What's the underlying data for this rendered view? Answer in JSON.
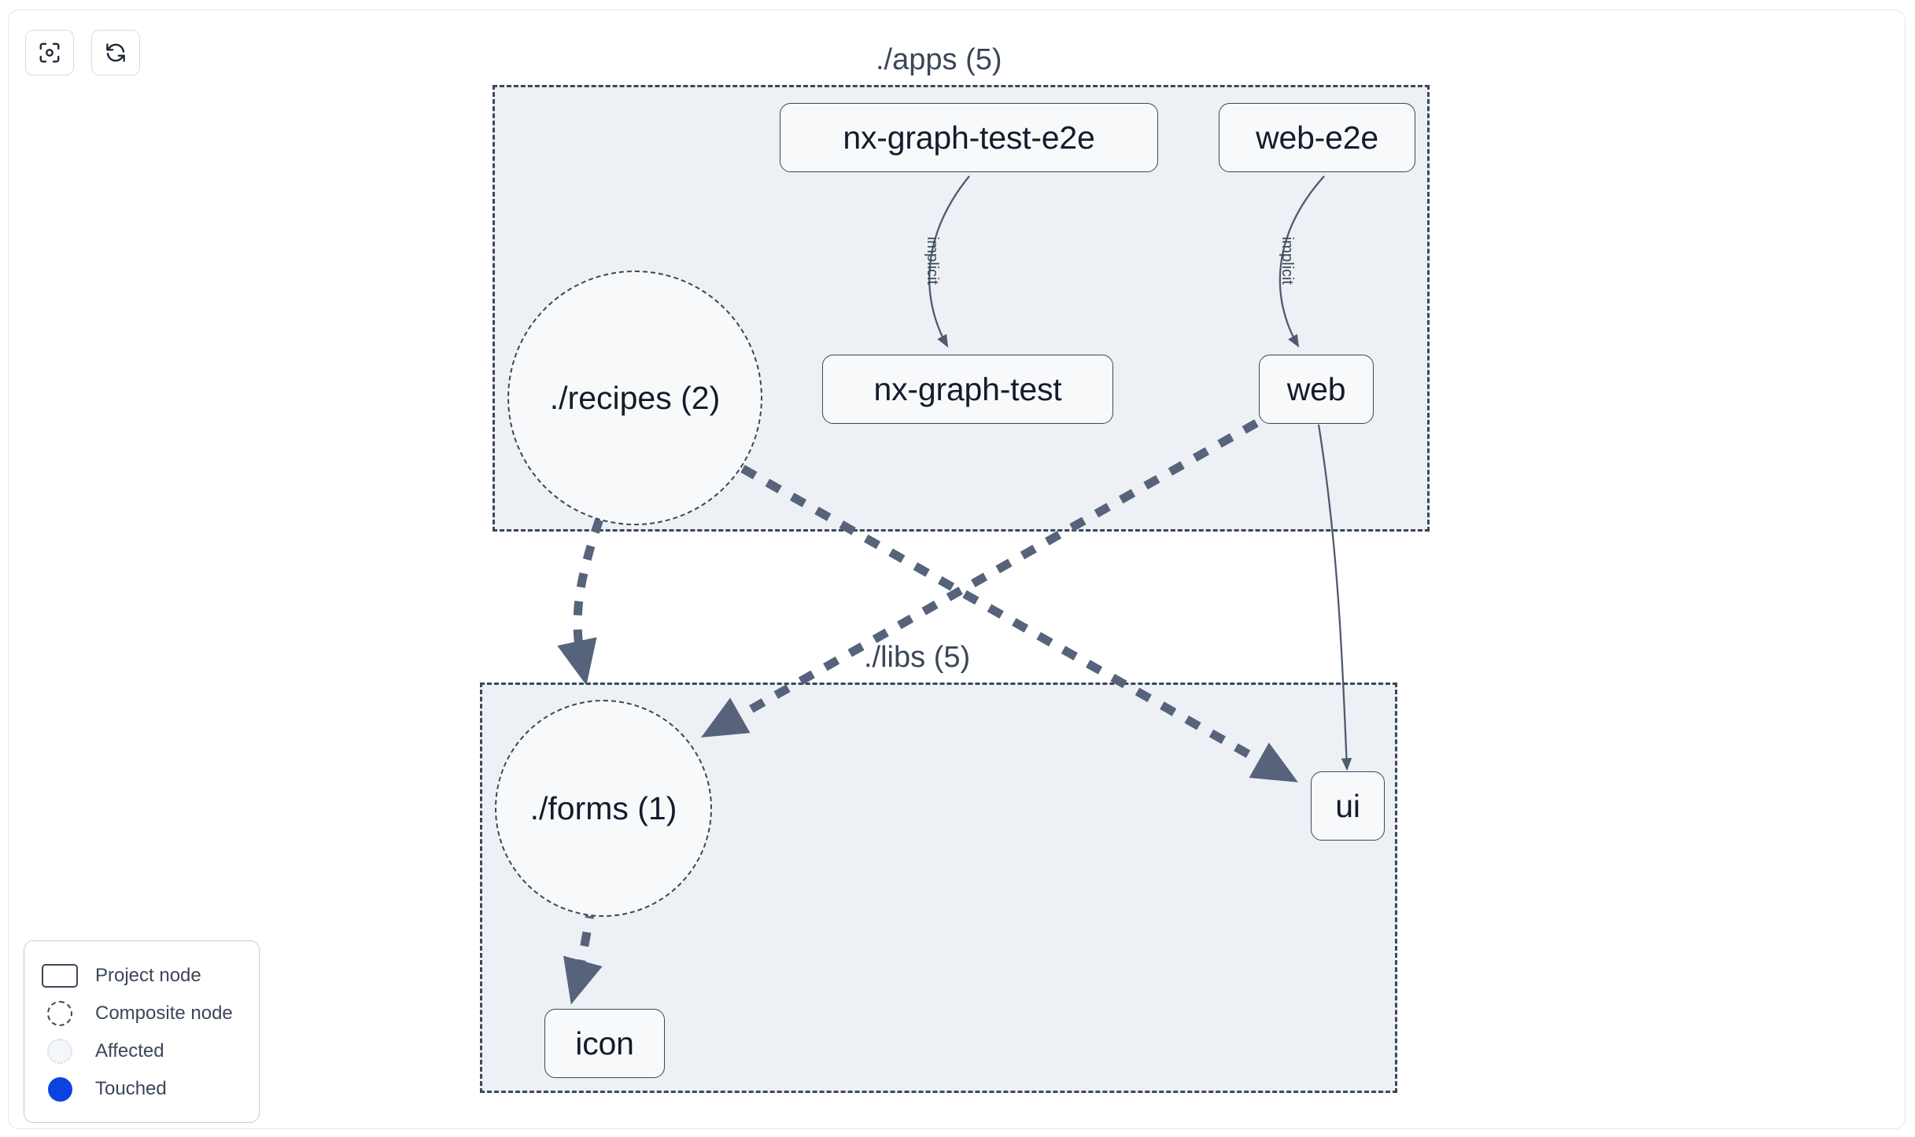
{
  "toolbar": {
    "buttons": [
      {
        "name": "focus-graph-button",
        "icon": "focus-target-icon",
        "label": ""
      },
      {
        "name": "refresh-graph-button",
        "icon": "refresh-icon",
        "label": ""
      }
    ]
  },
  "graph": {
    "groups": [
      {
        "id": "apps",
        "label": "./apps (5)"
      },
      {
        "id": "libs",
        "label": "./libs (5)"
      }
    ],
    "nodes": [
      {
        "id": "nx-graph-test-e2e",
        "label": "nx-graph-test-e2e",
        "type": "project",
        "group": "apps"
      },
      {
        "id": "web-e2e",
        "label": "web-e2e",
        "type": "project",
        "group": "apps"
      },
      {
        "id": "recipes",
        "label": "./recipes (2)",
        "type": "composite",
        "group": "apps"
      },
      {
        "id": "nx-graph-test",
        "label": "nx-graph-test",
        "type": "project",
        "group": "apps"
      },
      {
        "id": "web",
        "label": "web",
        "type": "project",
        "group": "apps"
      },
      {
        "id": "forms",
        "label": "./forms (1)",
        "type": "composite",
        "group": "libs"
      },
      {
        "id": "ui",
        "label": "ui",
        "type": "project",
        "group": "libs"
      },
      {
        "id": "icon",
        "label": "icon",
        "type": "project",
        "group": "libs"
      }
    ],
    "edges": [
      {
        "from": "nx-graph-test-e2e",
        "to": "nx-graph-test",
        "label": "implicit",
        "style": "solid"
      },
      {
        "from": "web-e2e",
        "to": "web",
        "label": "implicit",
        "style": "solid"
      },
      {
        "from": "recipes",
        "to": "forms",
        "label": "",
        "style": "dashed"
      },
      {
        "from": "recipes",
        "to": "ui",
        "label": "",
        "style": "dashed"
      },
      {
        "from": "web",
        "to": "forms",
        "label": "",
        "style": "dashed"
      },
      {
        "from": "web",
        "to": "ui",
        "label": "",
        "style": "solid"
      },
      {
        "from": "forms",
        "to": "icon",
        "label": "",
        "style": "dashed"
      }
    ],
    "edge_labels": [
      {
        "id": "implicit-1",
        "text": "implicit"
      },
      {
        "id": "implicit-2",
        "text": "implicit"
      }
    ]
  },
  "legend": {
    "items": [
      {
        "key": "project-node-swatch",
        "label": "Project node"
      },
      {
        "key": "composite-node-swatch",
        "label": "Composite node"
      },
      {
        "key": "affected-swatch",
        "label": "Affected"
      },
      {
        "key": "touched-swatch",
        "label": "Touched"
      }
    ]
  },
  "colors": {
    "node_border": "#3b4758",
    "node_fill": "#f8f9fb",
    "group_fill": "#edf0f5",
    "edge": "#4e5b6e",
    "touched": "#0b42e0",
    "text": "#131c2b"
  }
}
